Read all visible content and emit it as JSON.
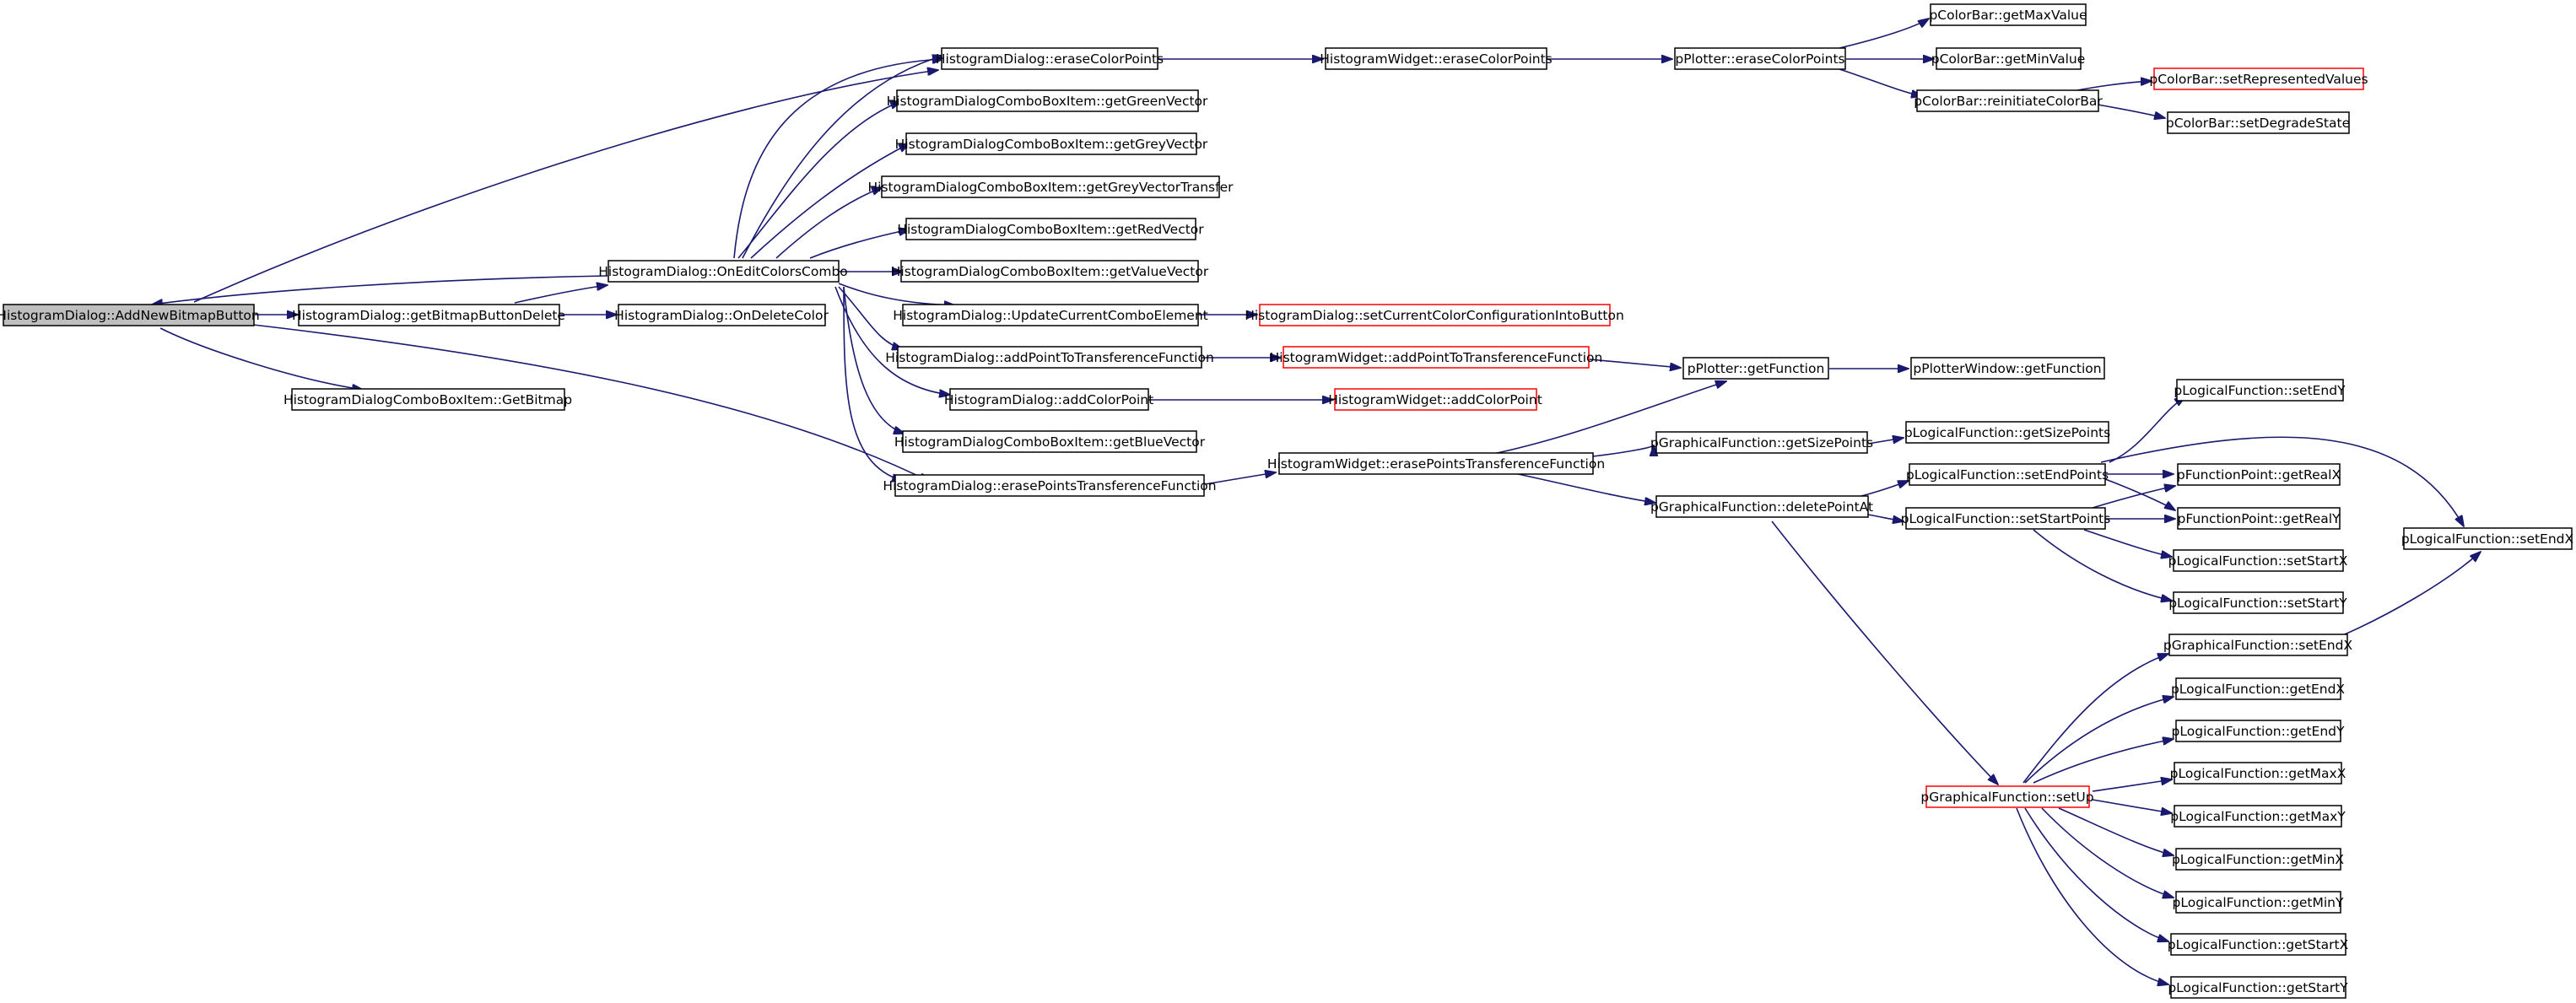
{
  "nodes": {
    "n0": "HistogramDialog::AddNewBitmapButton",
    "n1": "HistogramDialog::getBitmapButtonDelete",
    "n2": "HistogramDialog::OnDeleteColor",
    "n3": "HistogramDialogComboBoxItem::GetBitmap",
    "n4": "HistogramDialog::OnEditColorsCombo",
    "n5": "HistogramDialog::eraseColorPoints",
    "n6": "HistogramDialogComboBoxItem::getGreenVector",
    "n7": "HistogramDialogComboBoxItem::getGreyVector",
    "n8": "HistogramDialogComboBoxItem::getGreyVectorTransfer",
    "n9": "HistogramDialogComboBoxItem::getRedVector",
    "n10": "HistogramDialogComboBoxItem::getValueVector",
    "n11": "HistogramDialog::UpdateCurrentComboElement",
    "n12": "HistogramDialog::addPointToTransferenceFunction",
    "n13": "HistogramDialog::addColorPoint",
    "n14": "HistogramDialogComboBoxItem::getBlueVector",
    "n15": "HistogramDialog::erasePointsTransferenceFunction",
    "n16": "HistogramWidget::eraseColorPoints",
    "n17": "HistogramDialog::setCurrentColorConfigurationIntoButton",
    "n18": "HistogramWidget::addPointToTransferenceFunction",
    "n19": "HistogramWidget::addColorPoint",
    "n20": "HistogramWidget::erasePointsTransferenceFunction",
    "n21": "pPlotter::eraseColorPoints",
    "n22": "pPlotter::getFunction",
    "n23": "pGraphicalFunction::getSizePoints",
    "n24": "pGraphicalFunction::deletePointAt",
    "n25": "pColorBar::getMaxValue",
    "n26": "pColorBar::getMinValue",
    "n27": "pColorBar::reinitiateColorBar",
    "n28": "pColorBar::setRepresentedValues",
    "n29": "pColorBar::setDegradeState",
    "n30": "pPlotterWindow::getFunction",
    "n31": "pLogicalFunction::getSizePoints",
    "n32": "pLogicalFunction::setEndPoints",
    "n33": "pLogicalFunction::setStartPoints",
    "n34": "pGraphicalFunction::setUp",
    "n35": "pLogicalFunction::setEndY",
    "n36": "pFunctionPoint::getRealX",
    "n37": "pFunctionPoint::getRealY",
    "n38": "pLogicalFunction::setStartX",
    "n39": "pLogicalFunction::setStartY",
    "n40": "pLogicalFunction::setEndX",
    "n41": "pGraphicalFunction::setEndX",
    "n42": "pLogicalFunction::getEndX",
    "n43": "pLogicalFunction::getEndY",
    "n44": "pLogicalFunction::getMaxX",
    "n45": "pLogicalFunction::getMaxY",
    "n46": "pLogicalFunction::getMinX",
    "n47": "pLogicalFunction::getMinY",
    "n48": "pLogicalFunction::getStartX",
    "n49": "pLogicalFunction::getStartY"
  },
  "colors": {
    "edge": "#191970",
    "normal_border": "#000000",
    "truncated_border": "#ff0000",
    "focus_fill": "#bfbfbf"
  }
}
